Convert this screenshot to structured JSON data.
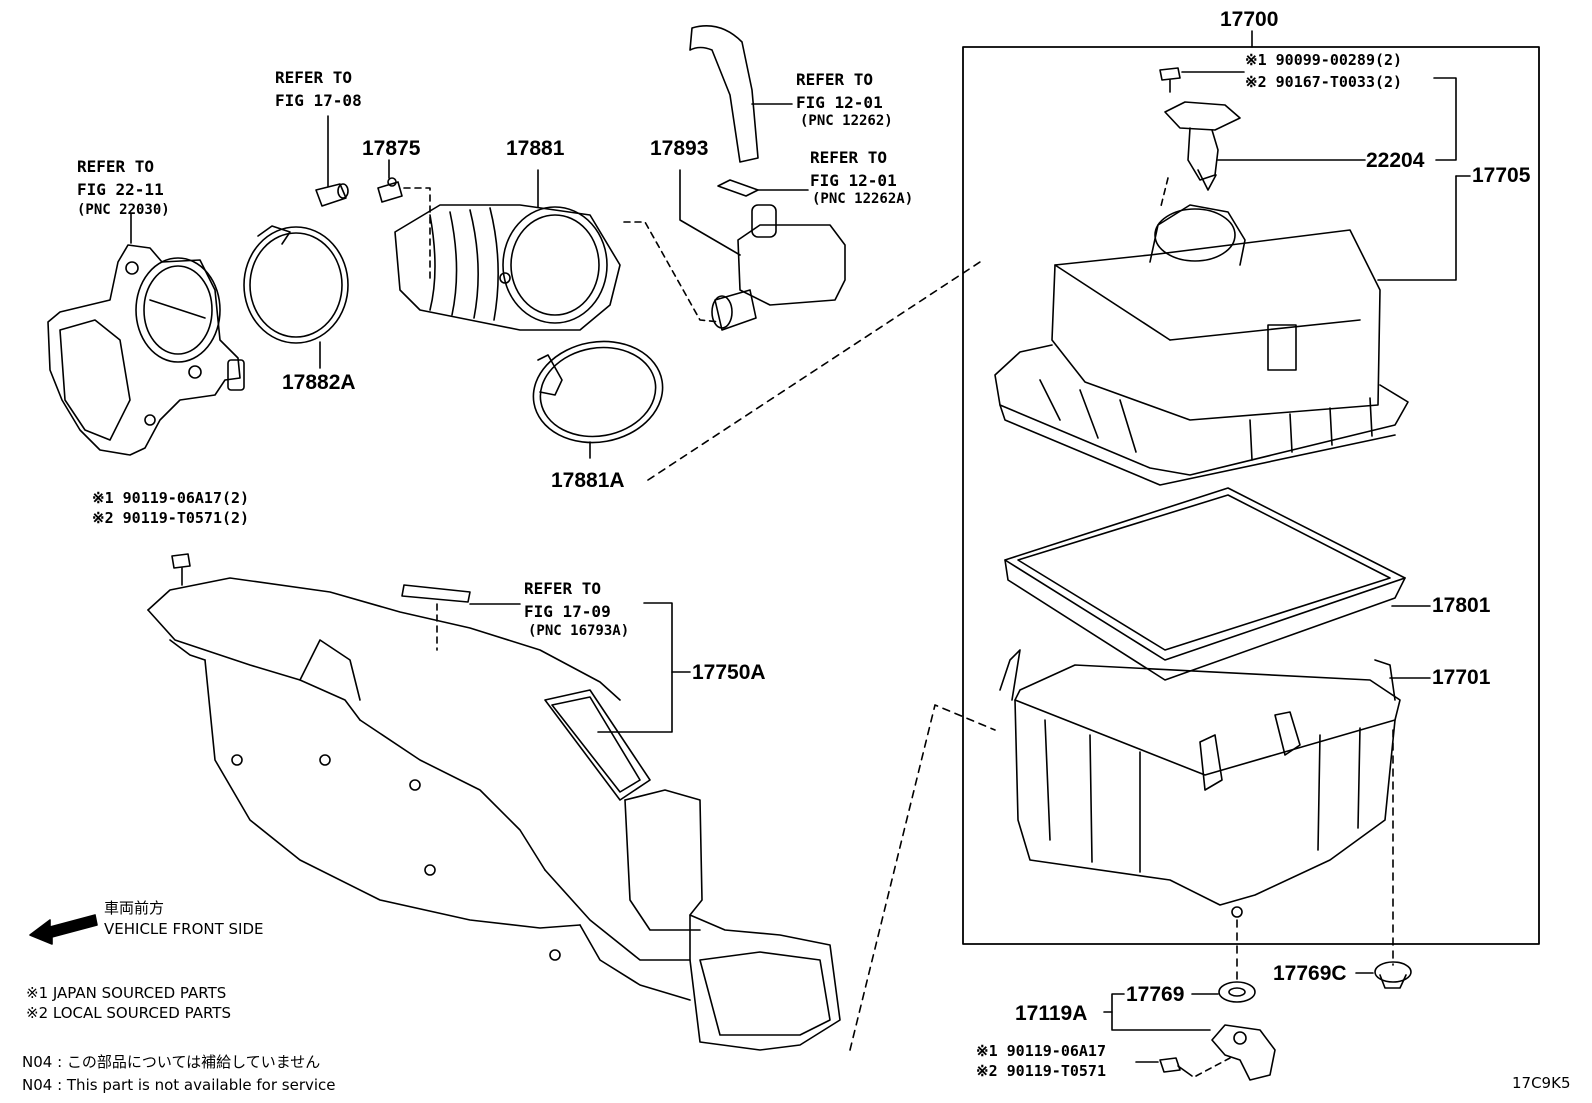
{
  "refs": {
    "fig_17_08": "REFER TO\nFIG 17-08",
    "fig_22_11": "REFER TO\nFIG 22-11",
    "fig_22_11_pnc": "(PNC 22030)",
    "fig_12_01_a": "REFER TO\nFIG 12-01",
    "fig_12_01_a_pnc": "(PNC 12262)",
    "fig_12_01_b": "REFER TO\nFIG 12-01",
    "fig_12_01_b_pnc": "(PNC 12262A)",
    "fig_17_09": "REFER TO\nFIG 17-09",
    "fig_17_09_pnc": "(PNC 16793A)"
  },
  "parts": {
    "p17700": "17700",
    "p17875": "17875",
    "p17881": "17881",
    "p17893": "17893",
    "p17882A": "17882A",
    "p17881A": "17881A",
    "p22204": "22204",
    "p17705": "17705",
    "p17801": "17801",
    "p17701": "17701",
    "p17750A": "17750A",
    "p17769C": "17769C",
    "p17769": "17769",
    "p17119A": "17119A"
  },
  "subparts": {
    "top_1": "※1 90099-00289(2)",
    "top_2": "※2 90167-T0033(2)",
    "left_1": "※1 90119-06A17(2)",
    "left_2": "※2 90119-T0571(2)",
    "bottom_1": "※1 90119-06A17",
    "bottom_2": "※2 90119-T0571"
  },
  "front": {
    "jp": "車両前方",
    "en": "VEHICLE FRONT SIDE"
  },
  "legend": {
    "l1": "※1  JAPAN SOURCED PARTS",
    "l2": "※2  LOCAL SOURCED PARTS"
  },
  "n04": {
    "jp": "N04 : この部品については補給していません",
    "en": "N04 : This part is not available for service"
  },
  "code": "17C9K5"
}
